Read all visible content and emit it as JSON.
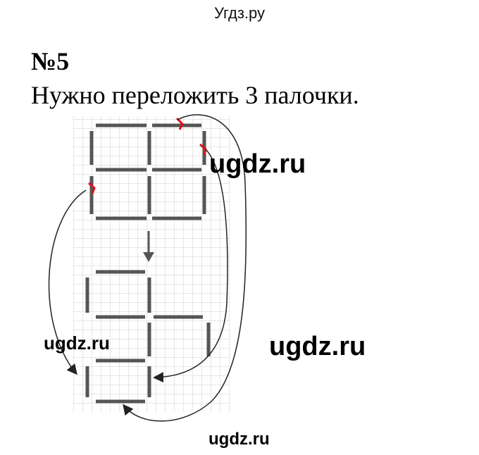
{
  "header": {
    "site_title": "Угдз.ру"
  },
  "task": {
    "number": "№5",
    "text": "Нужно переложить 3 палочки."
  },
  "watermarks": [
    "ugdz.ru",
    "ugdz.ru",
    "ugdz.ru",
    "ugdz.ru"
  ],
  "figure": {
    "stick_color": "#555555",
    "arrow_color": "#222222",
    "mark_color": "#e0101a"
  }
}
